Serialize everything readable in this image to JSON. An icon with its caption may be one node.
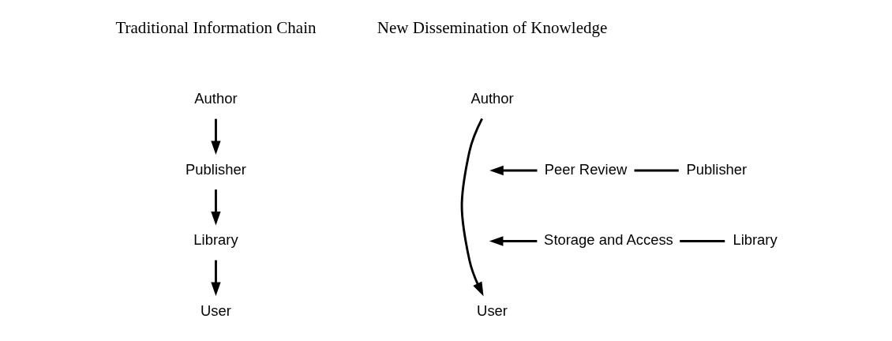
{
  "diagram": {
    "nodes": [
      {
        "text": [
          "Author"
        ]
      },
      {
        "text": [
          "Publisher"
        ]
      },
      {
        "text": [
          "Library"
        ]
      },
      {
        "text": [
          "User"
        ]
      },
      {
        "text": [
          "Author"
        ]
      },
      {
        "text": [
          "User"
        ]
      },
      {
        "text": [
          "Peer Review"
        ]
      },
      {
        "text": [
          "Publisher"
        ]
      },
      {
        "text": [
          "Storage and Access"
        ]
      },
      {
        "text": [
          "Library"
        ]
      }
    ],
    "edges": [
      {
        "from": 0,
        "to": 1,
        "arrow": "to"
      },
      {
        "from": 1,
        "to": 2,
        "arrow": "to"
      },
      {
        "from": 2,
        "to": 3,
        "arrow": "to"
      },
      {
        "from": 4,
        "to": 5,
        "arrow": "to"
      },
      {
        "from": 6,
        "to": null,
        "arrow": "to"
      },
      {
        "from": 6,
        "to": 7,
        "arrow": "none"
      },
      {
        "from": 8,
        "to": null,
        "arrow": "to"
      },
      {
        "from": 8,
        "to": 9,
        "arrow": "none"
      }
    ],
    "labels": [
      "Traditional Information Chain",
      "New Dissemination of Knowledge"
    ]
  }
}
